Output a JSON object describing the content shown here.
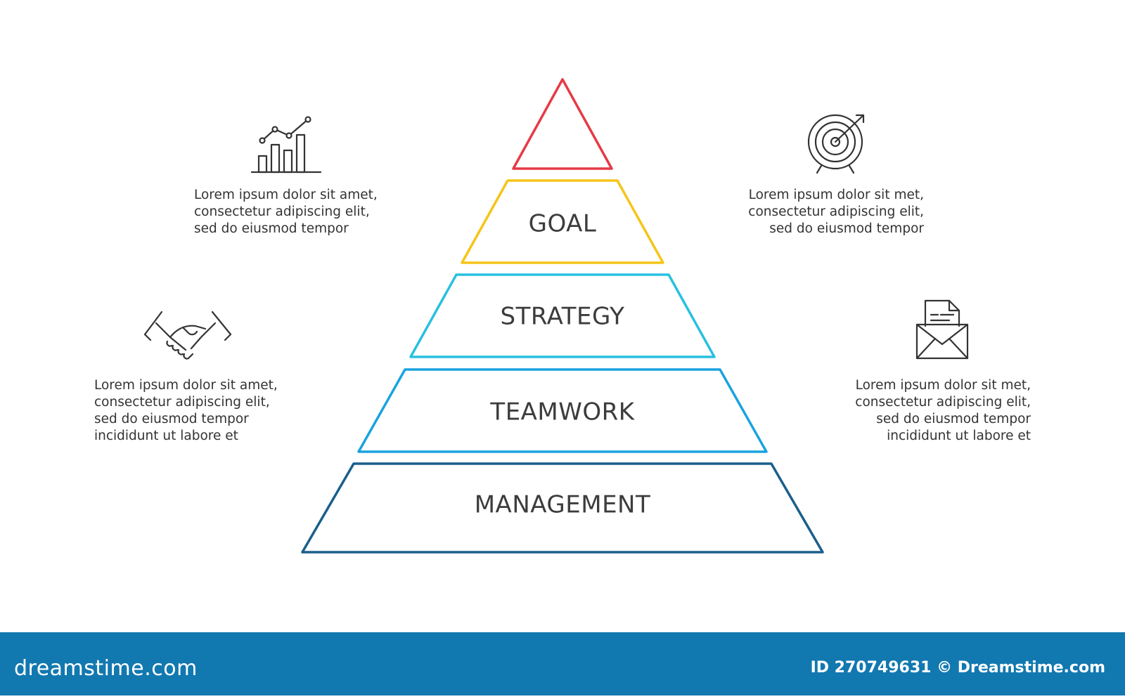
{
  "pyramid": {
    "tiers": [
      {
        "label": "",
        "color": "#e63a46"
      },
      {
        "label": "GOAL",
        "color": "#f5c518"
      },
      {
        "label": "STRATEGY",
        "color": "#28c0e0"
      },
      {
        "label": "TEAMWORK",
        "color": "#1aa3df"
      },
      {
        "label": "MANAGEMENT",
        "color": "#1b5f8c"
      }
    ]
  },
  "callouts": {
    "top_left": {
      "icon": "bar-chart-icon",
      "lines": [
        "Lorem ipsum dolor sit amet,",
        "consectetur adipiscing elit,",
        "sed do eiusmod tempor"
      ]
    },
    "top_right": {
      "icon": "target-icon",
      "lines": [
        "Lorem ipsum dolor sit met,",
        "consectetur adipiscing elit,",
        "sed do eiusmod tempor"
      ]
    },
    "bottom_left": {
      "icon": "handshake-icon",
      "lines": [
        "Lorem ipsum dolor sit amet,",
        "consectetur adipiscing elit,",
        "sed do eiusmod tempor",
        "incididunt ut labore et"
      ]
    },
    "bottom_right": {
      "icon": "mail-document-icon",
      "lines": [
        "Lorem ipsum dolor sit met,",
        "consectetur adipiscing elit,",
        "sed do eiusmod tempor",
        "incididunt ut labore et"
      ]
    }
  },
  "footer": {
    "brand": "dreamstime.com",
    "id_text": "ID 270749631 © Dreamstime.com",
    "background": "#1278b0"
  }
}
